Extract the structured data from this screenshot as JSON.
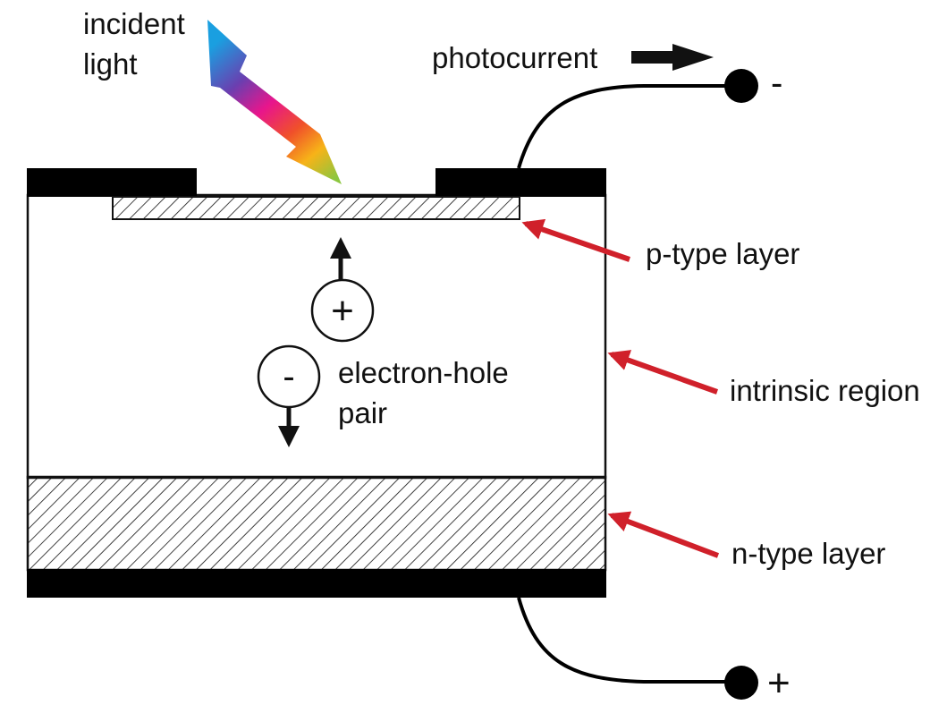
{
  "labels": {
    "incident_line1": "incident",
    "incident_line2": "light",
    "photocurrent": "photocurrent",
    "terminal_top": "-",
    "terminal_bottom": "+",
    "p_type": "p-type layer",
    "intrinsic": "intrinsic region",
    "n_type": "n-type layer",
    "pair_line1": "electron-hole",
    "pair_line2": "pair",
    "hole_symbol": "+",
    "electron_symbol": "-"
  },
  "colors": {
    "stroke": "#111111",
    "contact": "#000000",
    "pointer_arrow": "#d0202a",
    "gradient": [
      "#1a9fe0",
      "#6a3fb0",
      "#e8158c",
      "#f0502a",
      "#f7b318",
      "#8cc63f"
    ]
  },
  "icons": {
    "incident_light": "rainbow-arrow-icon",
    "photocurrent": "right-arrow-icon",
    "hole_motion": "up-arrow-icon",
    "electron_motion": "down-arrow-icon"
  }
}
